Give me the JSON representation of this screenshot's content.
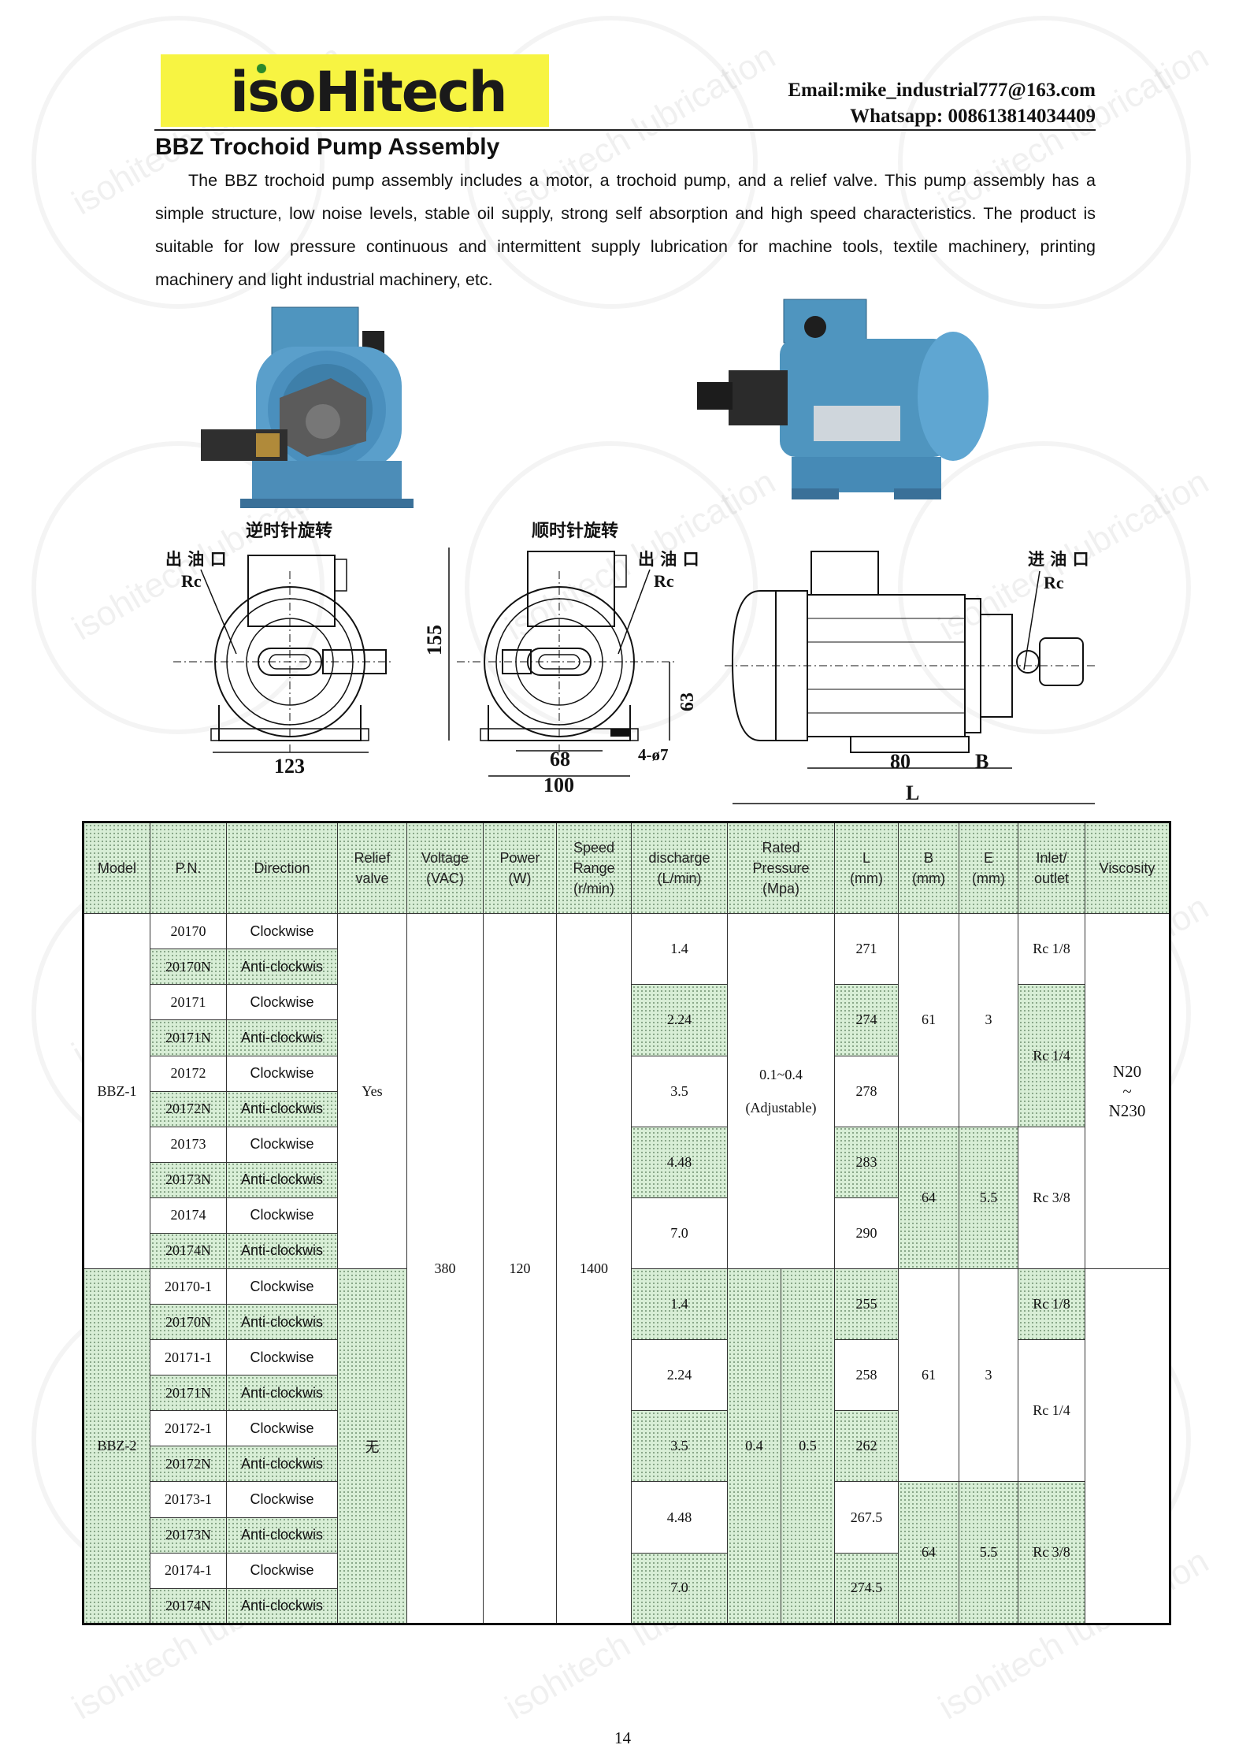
{
  "header": {
    "logo_text": "isoHitech",
    "email": "Email:mike_industrial777@163.com",
    "whatsapp": "Whatsapp: 008613814034409"
  },
  "watermark": "isohitech lubrication",
  "title": "BBZ Trochoid Pump Assembly",
  "intro": "The BBZ trochoid pump assembly includes a motor, a trochoid pump, and a relief valve. This pump assembly has a simple structure, low noise levels, stable oil supply, strong self absorption and high speed characteristics. The product is suitable for low pressure continuous and intermittent supply lubrication for machine tools, textile machinery, printing machinery and light industrial machinery, etc.",
  "drawings": {
    "left": {
      "rotation_label": "逆时针旋转",
      "port_label": "出 油 口",
      "port_thread": "Rc",
      "dim_width": "123"
    },
    "middle": {
      "rotation_label": "顺时针旋转",
      "port_label": "出 油 口",
      "port_thread": "Rc",
      "dim_height": "155",
      "dim_center": "63",
      "dim_68": "68",
      "dim_100": "100",
      "dim_holes": "4-ø7"
    },
    "right": {
      "port_label": "进 油 口",
      "port_thread": "Rc",
      "dim_80": "80",
      "dim_B": "B",
      "dim_L": "L"
    }
  },
  "table": {
    "headers": {
      "model": "Model",
      "pn": "P.N.",
      "direction": "Direction",
      "relief": [
        "Relief",
        "valve"
      ],
      "voltage": [
        "Voltage",
        "(VAC)"
      ],
      "power": [
        "Power",
        "(W)"
      ],
      "speed": [
        "Speed",
        "Range",
        "(r/min)"
      ],
      "discharge": [
        "discharge",
        "(L/min)"
      ],
      "pressure": [
        "Rated",
        "Pressure",
        "(Mpa)"
      ],
      "L": [
        "L",
        "(mm)"
      ],
      "B": [
        "B",
        "(mm)"
      ],
      "E": [
        "E",
        "(mm)"
      ],
      "inlet": [
        "Inlet/",
        "outlet"
      ],
      "viscosity": "Viscosity"
    },
    "common": {
      "voltage": "380",
      "power": "120",
      "speed": "1400"
    },
    "bbz1": {
      "model": "BBZ-1",
      "relief": "Yes",
      "pressure": [
        "0.1~0.4",
        "(Adjustable)"
      ],
      "viscosity": [
        "N20",
        "~",
        "N230"
      ],
      "rows": [
        {
          "pn": "20170",
          "dir": "Clockwise"
        },
        {
          "pn": "20170N",
          "dir": "Anti-clockwis"
        },
        {
          "pn": "20171",
          "dir": "Clockwise"
        },
        {
          "pn": "20171N",
          "dir": "Anti-clockwis"
        },
        {
          "pn": "20172",
          "dir": "Clockwise"
        },
        {
          "pn": "20172N",
          "dir": "Anti-clockwis"
        },
        {
          "pn": "20173",
          "dir": "Clockwise"
        },
        {
          "pn": "20173N",
          "dir": "Anti-clockwis"
        },
        {
          "pn": "20174",
          "dir": "Clockwise"
        },
        {
          "pn": "20174N",
          "dir": "Anti-clockwis"
        }
      ],
      "discharge": [
        "1.4",
        "2.24",
        "3.5",
        "4.48",
        "7.0"
      ],
      "L": [
        "271",
        "274",
        "278",
        "283",
        "290"
      ],
      "B": [
        "61",
        "64"
      ],
      "E": [
        "3",
        "5.5"
      ],
      "inlet": [
        "Rc 1/8",
        "Rc 1/4",
        "Rc 3/8"
      ]
    },
    "bbz2": {
      "model": "BBZ-2",
      "relief": "无",
      "pressure": [
        "0.4",
        "0.5"
      ],
      "rows": [
        {
          "pn": "20170-1",
          "dir": "Clockwise"
        },
        {
          "pn": "20170N",
          "dir": "Anti-clockwis"
        },
        {
          "pn": "20171-1",
          "dir": "Clockwise"
        },
        {
          "pn": "20171N",
          "dir": "Anti-clockwis"
        },
        {
          "pn": "20172-1",
          "dir": "Clockwise"
        },
        {
          "pn": "20172N",
          "dir": "Anti-clockwis"
        },
        {
          "pn": "20173-1",
          "dir": "Clockwise"
        },
        {
          "pn": "20173N",
          "dir": "Anti-clockwis"
        },
        {
          "pn": "20174-1",
          "dir": "Clockwise"
        },
        {
          "pn": "20174N",
          "dir": "Anti-clockwis"
        }
      ],
      "discharge": [
        "1.4",
        "2.24",
        "3.5",
        "4.48",
        "7.0"
      ],
      "L": [
        "255",
        "258",
        "262",
        "267.5",
        "274.5"
      ],
      "B": [
        "61",
        "64"
      ],
      "E": [
        "3",
        "5.5"
      ],
      "inlet": [
        "Rc 1/8",
        "Rc 1/4",
        "Rc 3/8"
      ]
    }
  },
  "page_number": "14"
}
